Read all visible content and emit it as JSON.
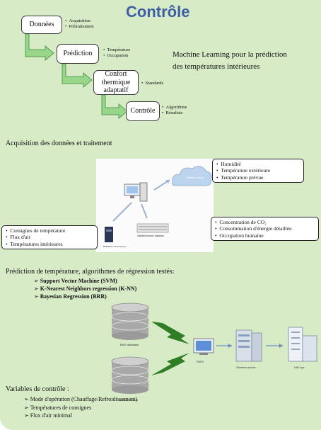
{
  "title": "Contrôle",
  "flow": {
    "steps": [
      {
        "label": "Données",
        "bullets": [
          "Acquisition",
          "Prétraitement"
        ]
      },
      {
        "label": "Prédiction",
        "bullets": [
          "Température",
          "Occupation"
        ]
      },
      {
        "label": "Confort thermique adaptatif",
        "bullets": [
          "Standards"
        ]
      },
      {
        "label": "Contrôle",
        "bullets": [
          "Algorithme",
          "Résultats"
        ]
      }
    ]
  },
  "ml_caption": {
    "line1": "Machine Learning  pour la prédiction",
    "line2": "des températures intérieures"
  },
  "acquisition": {
    "heading": "Acquisition des données et traitement",
    "weather_label": "Weather server",
    "bms_label": "BMS/BAC control server",
    "db_label": "Installed sensors database",
    "weather_box": [
      "Humidité",
      "Température extérieure",
      "Température prévue"
    ],
    "occupancy_box": [
      "Concentration de CO₂",
      "Consommation d'énergie détaillée",
      "Occupation humaine"
    ],
    "setpoint_box": [
      "Consignes de température",
      "Flux d'air",
      "Températures intérieures"
    ]
  },
  "prediction": {
    "heading": "Prédiction de température, algorithmes de régression testés:",
    "algorithms": [
      "Support Vector Machine (SVM)",
      "K-Nearest Neighbors regression (K-NN)",
      "Bayesian Regression  (BRR)"
    ],
    "db_top_label": "BMS database",
    "db_bottom_label": "Weather server",
    "pc_label": "PAPC",
    "server_label": "Siemens server",
    "hvac_label": "VAV sys"
  },
  "control": {
    "heading": "Variables de contrôle :",
    "items": [
      "Mode d'opération (Chauffage/Refroidissement)",
      "Températures de consignes",
      "Flux d'air minimal"
    ]
  }
}
